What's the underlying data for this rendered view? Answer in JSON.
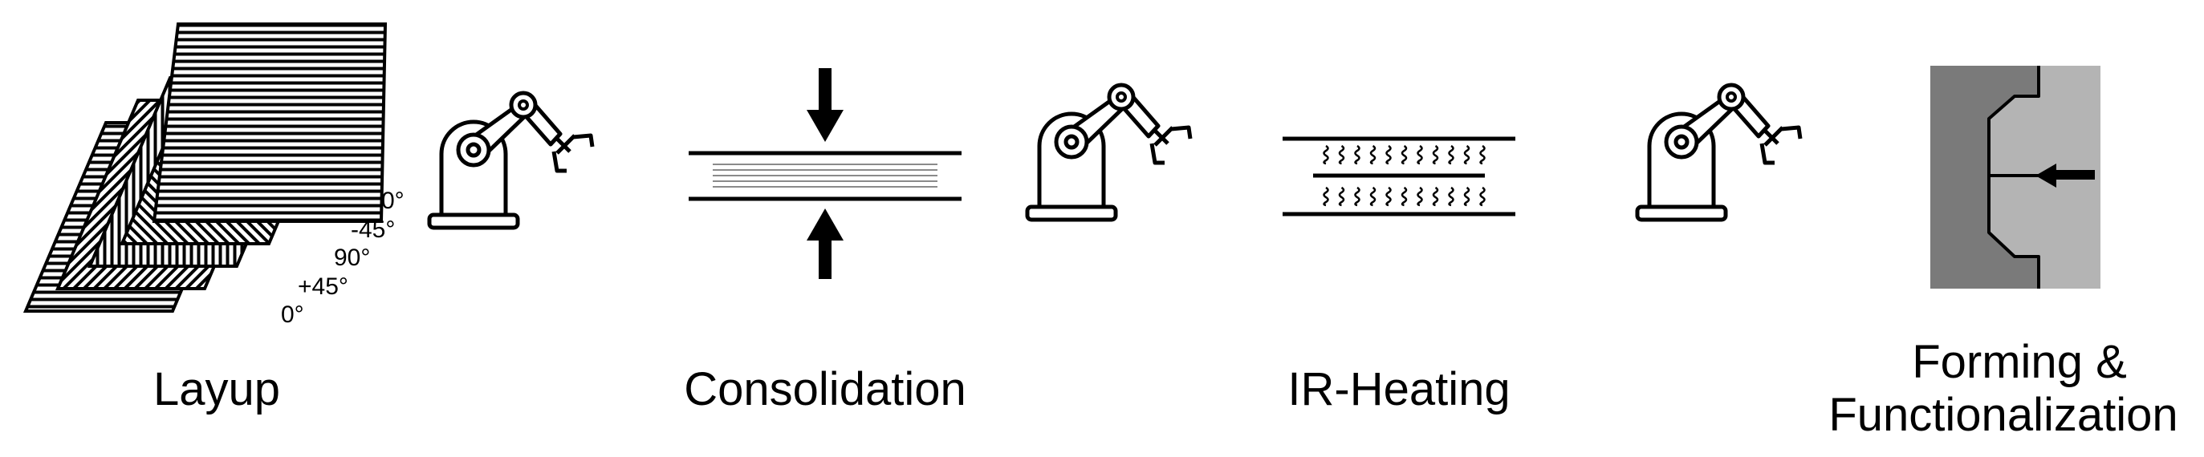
{
  "steps": [
    {
      "label": "Layup"
    },
    {
      "label": "Consolidation"
    },
    {
      "label": "IR-Heating"
    },
    {
      "label_line1": "Forming &",
      "label_line2": "Functionalization"
    }
  ],
  "layup_angles": [
    "0°",
    "-45°",
    "90°",
    "+45°",
    "0°"
  ],
  "colors": {
    "ink": "#000000",
    "mold_dark": "#7a7a7a",
    "mold_light": "#b4b4b4",
    "consolidation_lines": "#8a8a8a"
  },
  "icons": [
    "laminate-stack-icon",
    "robot-arm-icon",
    "press-arrows-icon",
    "ir-heater-icon",
    "forming-mold-icon"
  ]
}
